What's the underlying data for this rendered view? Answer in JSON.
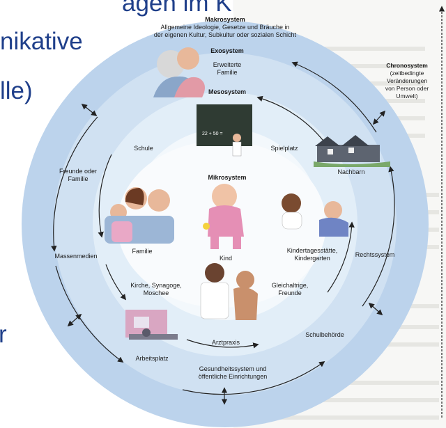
{
  "slide": {
    "line1": "agen im Kind",
    "line2": "nikative",
    "line3": "lle)",
    "line4": "r"
  },
  "diagram": {
    "makro_title": "Makrosystem",
    "makro_desc1": "Allgemeine Ideologie, Gesetze und Bräuche in",
    "makro_desc2": "der eigenen Kultur, Subkultur oder sozialen Schicht",
    "exo_title": "Exosystem",
    "exo_item1": "Erweiterte",
    "exo_item2": "Familie",
    "meso_title": "Mesosystem",
    "mikro_title": "Mikrosystem",
    "schule": "Schule",
    "spielplatz": "Spielplatz",
    "familie": "Familie",
    "kind": "Kind",
    "kita1": "Kindertagesstätte,",
    "kita2": "Kindergarten",
    "kirche1": "Kirche, Synagoge,",
    "kirche2": "Moschee",
    "gleich1": "Gleichaltrige,",
    "gleich2": "Freunde",
    "arztpraxis": "Arztpraxis",
    "freunde1": "Freunde oder",
    "freunde2": "Familie",
    "massenmedien": "Massenmedien",
    "nachbarn": "Nachbarn",
    "rechtssystem": "Rechtssystem",
    "schulbehoerde": "Schulbehörde",
    "arbeitsplatz": "Arbeitsplatz",
    "gesund1": "Gesundheitssystem und",
    "gesund2": "öffentliche Einrichtungen",
    "blackboard": "22 + 50 =",
    "chrono_title": "Chronosystem",
    "chrono1": "(zeitbedingte",
    "chrono2": "Veränderungen",
    "chrono3": "von Person oder",
    "chrono4": "Umwelt)"
  },
  "colors": {
    "outer_ring": "#bcd3ec",
    "exo_ring": "#d0e1f2",
    "meso_ring": "#e2eef8",
    "mikro_core": "#f3f8fc",
    "slide_text": "#1f3f8a",
    "arrow": "#222222"
  }
}
